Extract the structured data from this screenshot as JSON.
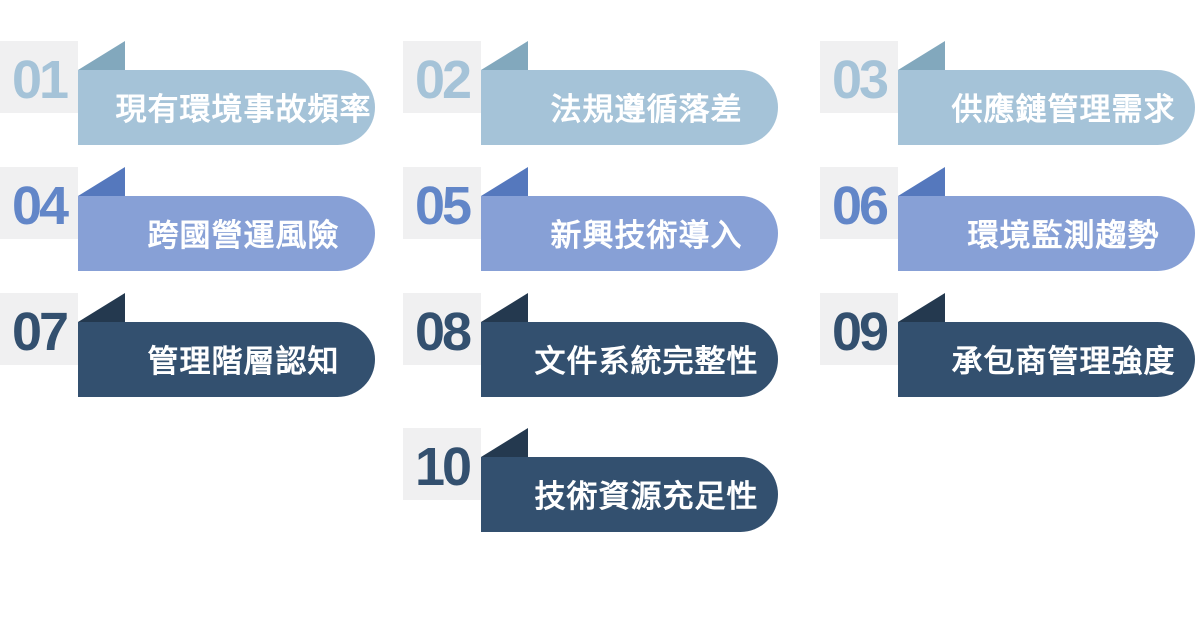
{
  "canvas": {
    "background": "#ffffff"
  },
  "tones": {
    "light": {
      "pill": "#a5c3d8",
      "fold": "#82a8bd",
      "num": "#a5c3d8"
    },
    "medium": {
      "pill": "#87a0d6",
      "fold": "#5578bd",
      "num": "#6286c8"
    },
    "dark": {
      "pill": "#33506f",
      "fold": "#24394f",
      "num": "#33506f"
    }
  },
  "gray_box_color": "#f0f0f1",
  "items": [
    {
      "number": "01",
      "label": "現有環境事故頻率",
      "tone": "light"
    },
    {
      "number": "02",
      "label": "法規遵循落差",
      "tone": "light"
    },
    {
      "number": "03",
      "label": "供應鏈管理需求",
      "tone": "light"
    },
    {
      "number": "04",
      "label": "跨國營運風險",
      "tone": "medium"
    },
    {
      "number": "05",
      "label": "新興技術導入",
      "tone": "medium"
    },
    {
      "number": "06",
      "label": "環境監測趨勢",
      "tone": "medium"
    },
    {
      "number": "07",
      "label": "管理階層認知",
      "tone": "dark"
    },
    {
      "number": "08",
      "label": "文件系統完整性",
      "tone": "dark"
    },
    {
      "number": "09",
      "label": "承包商管理強度",
      "tone": "dark"
    },
    {
      "number": "10",
      "label": "技術資源充足性",
      "tone": "dark"
    }
  ]
}
